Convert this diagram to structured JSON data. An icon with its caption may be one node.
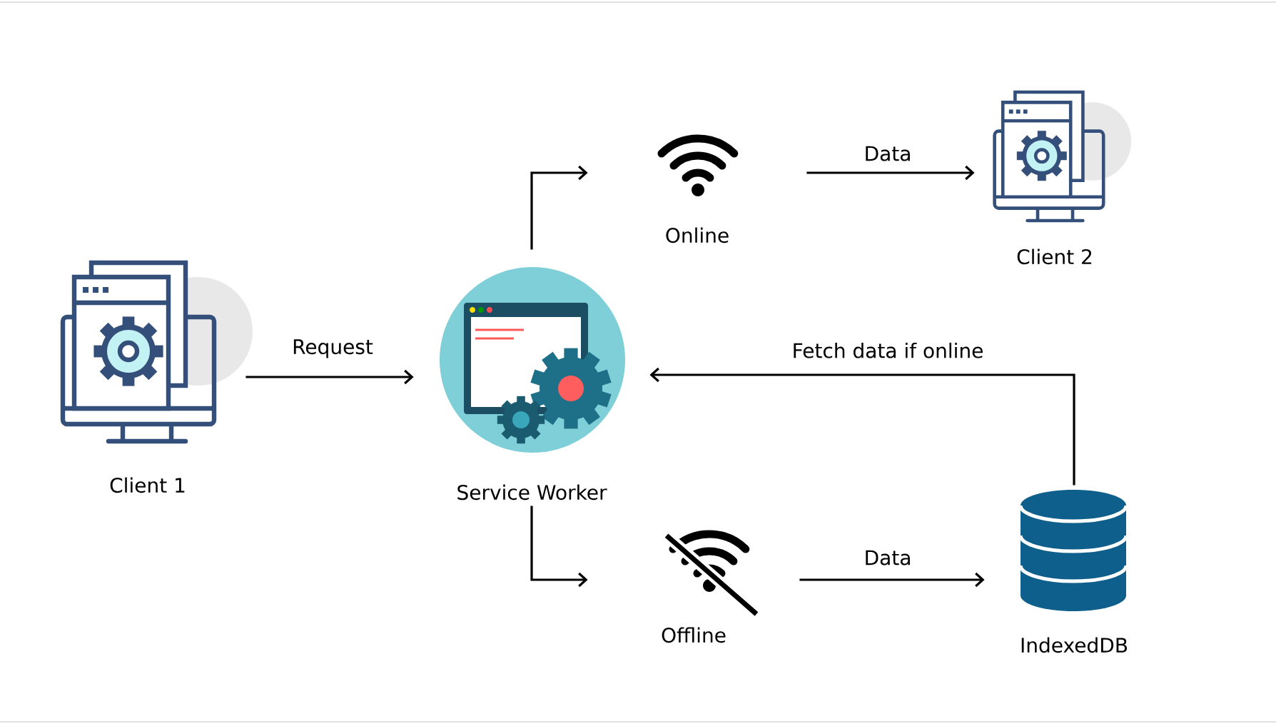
{
  "diagram": {
    "nodes": [
      {
        "text": [
          "Client 1"
        ]
      },
      {
        "text": [
          "Service Worker"
        ]
      },
      {
        "text": [
          "Online"
        ]
      },
      {
        "text": [
          "Client 2"
        ]
      },
      {
        "text": [
          "Offline"
        ]
      },
      {
        "text": [
          "IndexedDB"
        ]
      }
    ],
    "edges": [
      {
        "from": 0,
        "to": 1,
        "arrow": "to",
        "label": "Request"
      },
      {
        "from": 1,
        "to": 2,
        "arrow": "to"
      },
      {
        "from": 2,
        "to": 3,
        "arrow": "to",
        "label": "Data"
      },
      {
        "from": 1,
        "to": 4,
        "arrow": "to"
      },
      {
        "from": 4,
        "to": 5,
        "arrow": "to",
        "label": "Data"
      },
      {
        "from": 5,
        "to": 1,
        "arrow": "to",
        "label": "Fetch data if online"
      }
    ]
  }
}
